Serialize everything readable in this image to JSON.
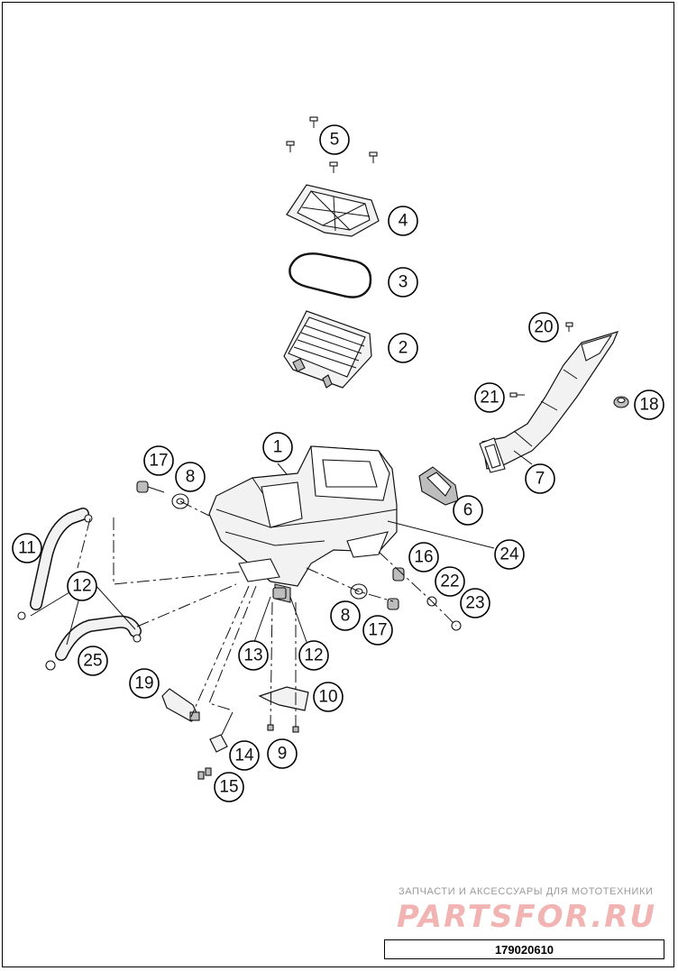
{
  "callouts": [
    {
      "label": "1"
    },
    {
      "label": "2"
    },
    {
      "label": "3"
    },
    {
      "label": "4"
    },
    {
      "label": "5"
    },
    {
      "label": "6"
    },
    {
      "label": "7"
    },
    {
      "label": "8"
    },
    {
      "label": "8"
    },
    {
      "label": "9"
    },
    {
      "label": "10"
    },
    {
      "label": "11"
    },
    {
      "label": "12"
    },
    {
      "label": "12"
    },
    {
      "label": "13"
    },
    {
      "label": "14"
    },
    {
      "label": "15"
    },
    {
      "label": "16"
    },
    {
      "label": "17"
    },
    {
      "label": "17"
    },
    {
      "label": "18"
    },
    {
      "label": "19"
    },
    {
      "label": "20"
    },
    {
      "label": "21"
    },
    {
      "label": "22"
    },
    {
      "label": "23"
    },
    {
      "label": "24"
    },
    {
      "label": "25"
    }
  ],
  "watermark": {
    "caption": "ЗАПЧАСТИ И АКСЕССУАРЫ ДЛЯ МОТОТЕХНИКИ",
    "logo": "PARTSFOR.RU",
    "color": "#f2b3b3"
  },
  "document_number": "179020610"
}
